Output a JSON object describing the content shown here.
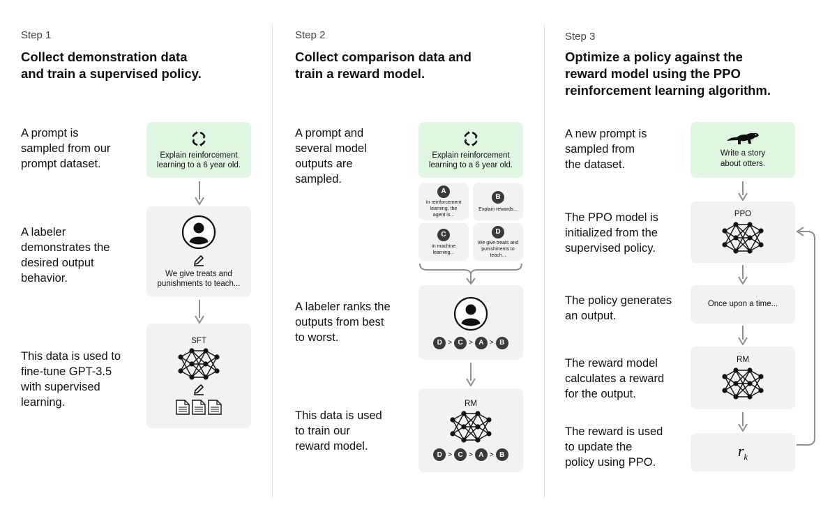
{
  "step1": {
    "label": "Step 1",
    "title_line1": "Collect demonstration data",
    "title_line2": "and train a supervised policy.",
    "desc1": [
      "A prompt is",
      "sampled from our",
      "prompt dataset."
    ],
    "desc2": [
      "A labeler",
      "demonstrates the",
      "desired output",
      "behavior."
    ],
    "desc3": [
      "This data is used to",
      "fine-tune GPT-3.5",
      "with supervised",
      "learning."
    ],
    "prompt_line1": "Explain reinforcement",
    "prompt_line2": "learning to a 6 year old.",
    "demo_line1": "We give treats and",
    "demo_line2": "punishments to teach...",
    "model_label": "SFT"
  },
  "step2": {
    "label": "Step 2",
    "title_line1": "Collect comparison data and",
    "title_line2": "train a reward model.",
    "desc1": [
      "A prompt and",
      "several model",
      "outputs are",
      "sampled."
    ],
    "desc2": [
      "A labeler ranks the",
      "outputs from best",
      "to worst."
    ],
    "desc3": [
      "This data is used",
      "to train our",
      "reward model."
    ],
    "prompt_line1": "Explain reinforcement",
    "prompt_line2": "learning to a 6 year old.",
    "outputs": [
      {
        "letter": "A",
        "lines": [
          "In reinforcement",
          "learning, the",
          "agent is..."
        ]
      },
      {
        "letter": "B",
        "lines": [
          "Explain rewards..."
        ]
      },
      {
        "letter": "C",
        "lines": [
          "In machine",
          "learning..."
        ]
      },
      {
        "letter": "D",
        "lines": [
          "We give treats and",
          "punishments to",
          "teach..."
        ]
      }
    ],
    "ranking": [
      "D",
      "C",
      "A",
      "B"
    ],
    "model_label": "RM"
  },
  "step3": {
    "label": "Step 3",
    "title_line1": "Optimize a policy against the",
    "title_line2": "reward model using the PPO",
    "title_line3": "reinforcement learning algorithm.",
    "desc1": [
      "A new prompt is",
      "sampled from",
      "the dataset."
    ],
    "desc2": [
      "The PPO model is",
      "initialized from the",
      "supervised policy."
    ],
    "desc3": [
      "The policy generates",
      "an output."
    ],
    "desc4": [
      "The reward model",
      "calculates a reward",
      "for the output."
    ],
    "desc5": [
      "The reward is used",
      "to update the",
      "policy using PPO."
    ],
    "prompt_line1": "Write a story",
    "prompt_line2": "about otters.",
    "ppo_label": "PPO",
    "output_text": "Once upon a time...",
    "rm_label": "RM",
    "reward_symbol": "r",
    "reward_subscript": "k"
  },
  "colors": {
    "green_card": "#dff7e0",
    "gray_card": "#f2f2f2",
    "arrow": "#8e8e99",
    "badge": "#3a3a3c"
  },
  "icons": [
    "cycle-icon",
    "person-icon",
    "pencil-icon",
    "document-icon",
    "neural-network-icon",
    "otter-icon"
  ]
}
